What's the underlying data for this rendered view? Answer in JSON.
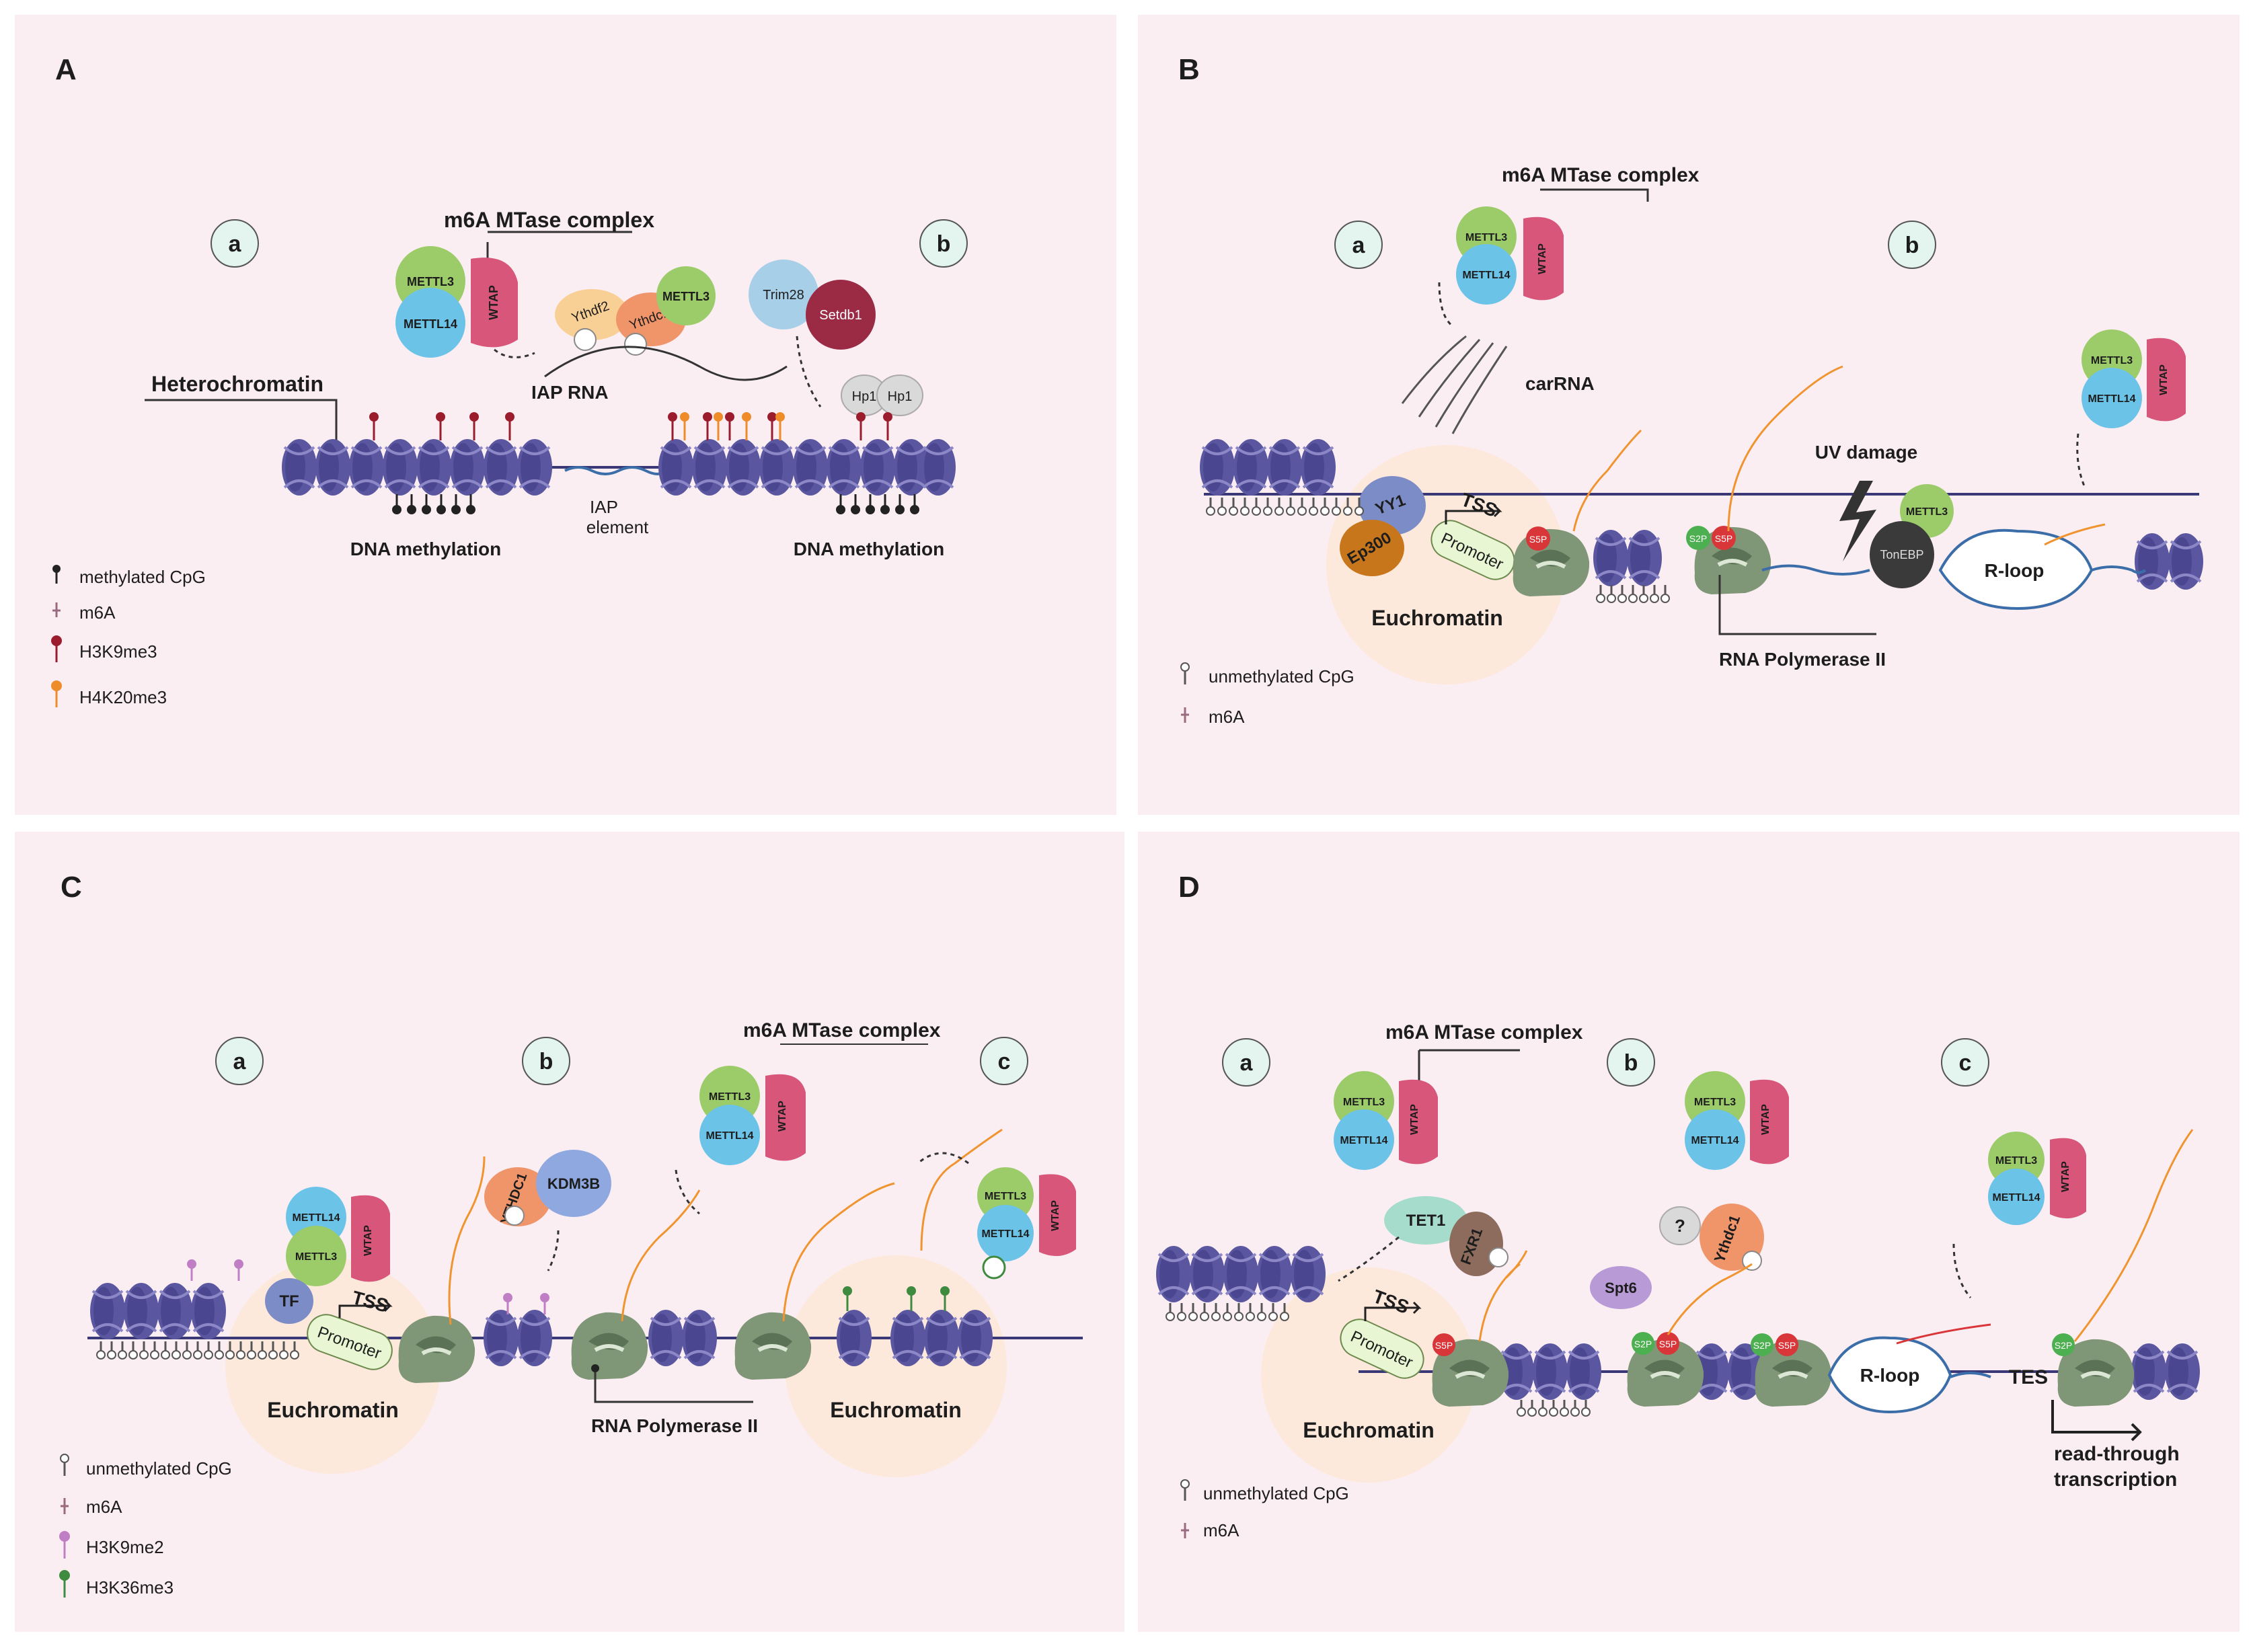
{
  "colors": {
    "panel_bg": "#fbeef3",
    "nucleosome": "#5a57a0",
    "nucleosome_dark": "#3b3877",
    "mettl3": "#9ccb6a",
    "mettl14": "#6cc3e8",
    "wtap": "#d8567a",
    "pol2": "#7f9677",
    "euchromatin": "#fde8dc",
    "rna": "#f0942f",
    "h3k9me3": "#9b1c2c",
    "h4k20me3": "#ef8c2a",
    "h3k36me3": "#3e8a3e",
    "h3k9me2": "#c07fc4",
    "m6a": "#9a6a7e",
    "s2p": "#4caf50",
    "s5p": "#d9363a"
  },
  "panels": {
    "A": {
      "letter": "A",
      "sub_a": "a",
      "sub_b": "b",
      "mtase_title": "m6A MTase complex",
      "mettl3": "METTL3",
      "mettl14": "METTL14",
      "wtap": "WTAP",
      "heterochromatin": "Heterochromatin",
      "iap_rna": "IAP RNA",
      "ythdf2": "Ythdf2",
      "ythdc1": "Ythdc1",
      "trim28": "Trim28",
      "setdb1": "Setdb1",
      "hp1a": "Hp1",
      "hp1b": "Hp1",
      "iap_element_1": "IAP",
      "iap_element_2": "element",
      "dna_meth_left": "DNA methylation",
      "dna_meth_right": "DNA methylation",
      "legend": [
        "methylated CpG",
        "m6A",
        "H3K9me3",
        "H4K20me3"
      ]
    },
    "B": {
      "letter": "B",
      "sub_a": "a",
      "sub_b": "b",
      "mtase_title": "m6A MTase complex",
      "mettl3": "METTL3",
      "mettl14": "METTL14",
      "wtap": "WTAP",
      "carrna": "carRNA",
      "yy1": "YY1",
      "ep300": "Ep300",
      "tss": "TSS",
      "promoter": "Promoter",
      "s5p": "S5P",
      "s2p": "S2P",
      "euchromatin": "Euchromatin",
      "uv_damage": "UV damage",
      "tonebp": "TonEBP",
      "rloop": "R-loop",
      "pol2": "RNA Polymerase II",
      "legend": [
        "unmethylated CpG",
        "m6A"
      ]
    },
    "C": {
      "letter": "C",
      "sub_a": "a",
      "sub_b": "b",
      "sub_c": "c",
      "mtase_title": "m6A MTase complex",
      "mettl3": "METTL3",
      "mettl14": "METTL14",
      "wtap": "WTAP",
      "tf": "TF",
      "tss": "TSS",
      "promoter": "Promoter",
      "ythdc1": "YTHDC1",
      "kdm3b": "KDM3B",
      "euchromatin_left": "Euchromatin",
      "euchromatin_right": "Euchromatin",
      "pol2": "RNA Polymerase II",
      "legend": [
        "unmethylated CpG",
        "m6A",
        "H3K9me2",
        "H3K36me3"
      ]
    },
    "D": {
      "letter": "D",
      "sub_a": "a",
      "sub_b": "b",
      "sub_c": "c",
      "mtase_title": "m6A MTase complex",
      "mettl3": "METTL3",
      "mettl14": "METTL14",
      "wtap": "WTAP",
      "tet1": "TET1",
      "fxr1": "FXR1",
      "question": "?",
      "ythdc1": "Ythdc1",
      "spt6": "Spt6",
      "tss": "TSS",
      "promoter": "Promoter",
      "s5p": "S5P",
      "s2p": "S2P",
      "euchromatin": "Euchromatin",
      "rloop": "R-loop",
      "tes": "TES",
      "readthrough_1": "read-through",
      "readthrough_2": "transcription",
      "legend": [
        "unmethylated CpG",
        "m6A"
      ]
    }
  }
}
